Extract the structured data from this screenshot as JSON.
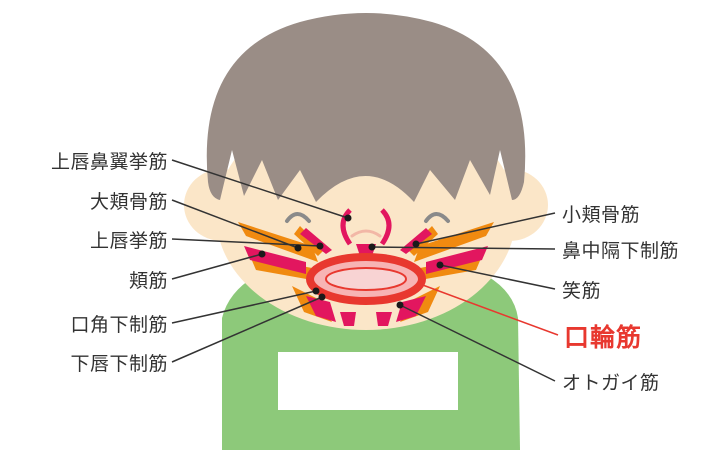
{
  "labels": {
    "left": [
      "上唇鼻翼挙筋",
      "大頬骨筋",
      "上唇挙筋",
      "頬筋",
      "口角下制筋",
      "下唇下制筋"
    ],
    "right": [
      "小頬骨筋",
      "鼻中隔下制筋",
      "笑筋",
      "口輪筋",
      "オトガイ筋"
    ]
  },
  "colors": {
    "hair": "#9a8d86",
    "skin": "#fbe6c8",
    "shirt": "#8dc97a",
    "muscle_red": "#e2165f",
    "muscle_orange": "#f08a10",
    "highlight": "#e8382f",
    "leader_line": "#333333"
  }
}
